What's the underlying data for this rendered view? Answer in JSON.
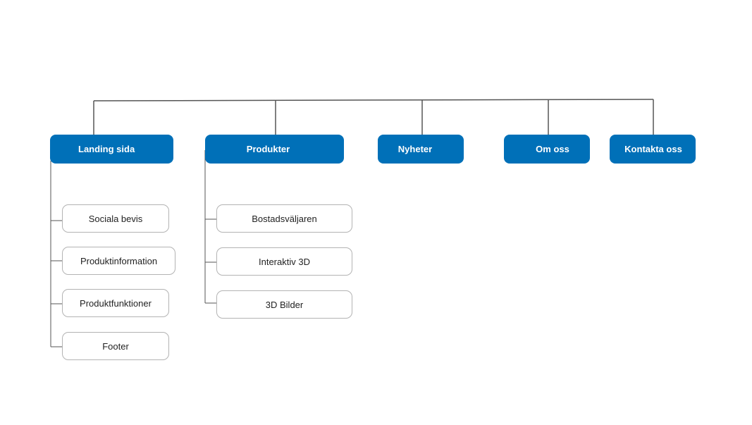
{
  "colors": {
    "primary_node": "#0070b8",
    "secondary_border": "#b3b3b3",
    "connector": "#555555"
  },
  "sitemap": {
    "pages": [
      {
        "label": "Landing sida",
        "children": [
          "Sociala bevis",
          "Produktinformation",
          "Produktfunktioner",
          "Footer"
        ]
      },
      {
        "label": "Produkter",
        "children": [
          "Bostadsväljaren",
          "Interaktiv 3D",
          "3D Bilder"
        ]
      },
      {
        "label": "Nyheter",
        "children": []
      },
      {
        "label": "Om oss",
        "children": []
      },
      {
        "label": "Kontakta oss",
        "children": []
      }
    ]
  }
}
